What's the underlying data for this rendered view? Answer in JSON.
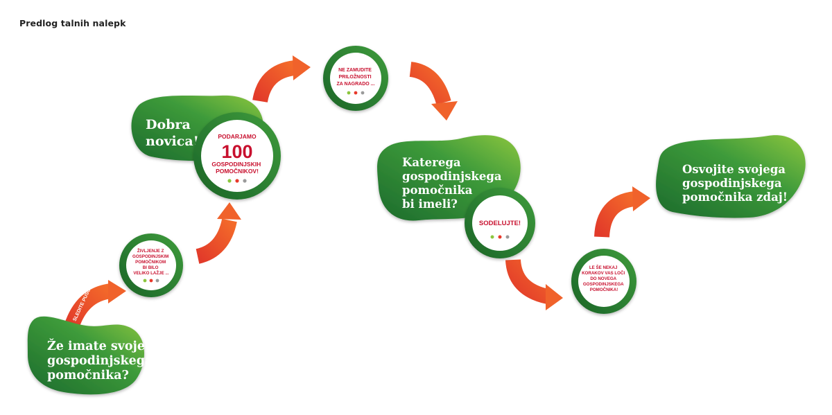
{
  "page": {
    "title": "Predlog talnih nalepk"
  },
  "colors": {
    "green_dark": "#1c6b2c",
    "green_light": "#8cc63f",
    "arrow_red": "#e8392b",
    "arrow_orange": "#f2622b",
    "text_red": "#c8102e",
    "white": "#ffffff"
  },
  "stickers": {
    "start": {
      "lines": [
        "Že imate svojega",
        "gospodinjskega",
        "pomočnika?"
      ],
      "arrow_label": "SLEDITE PUŠČICI"
    },
    "circle1": {
      "lines": [
        "ŽIVLJENJE Z",
        "GOSPODINJSKIM",
        "POMOČNIKOM",
        "BI BILO",
        "VELIKO LAŽJE ..."
      ]
    },
    "good_news": {
      "lines": [
        "Dobra",
        "novica!"
      ]
    },
    "circle2": {
      "top": "PODARJAMO",
      "number": "100",
      "lines": [
        "GOSPODINJSKIH",
        "POMOČNIKOV!"
      ]
    },
    "circle3": {
      "lines": [
        "NE ZAMUDITE",
        "PRILOŽNOSTI",
        "ZA NAGRADO ..."
      ]
    },
    "which": {
      "lines": [
        "Katerega",
        "gospodinjskega",
        "pomočnika",
        "bi imeli?"
      ]
    },
    "circle4": {
      "lines": [
        "SODELUJTE!"
      ]
    },
    "circle5": {
      "lines": [
        "LE ŠE NEKAJ",
        "KORAKOV VAS LOČI",
        "DO NOVEGA",
        "GOSPODINJSKEGA",
        "POMOČNIKA!"
      ]
    },
    "final": {
      "lines": [
        "Osvojite svojega",
        "gospodinjskega",
        "pomočnika zdaj!"
      ]
    }
  },
  "logos": [
    "logo-mark-a",
    "logo-mark-b",
    "logo-mark-c"
  ]
}
